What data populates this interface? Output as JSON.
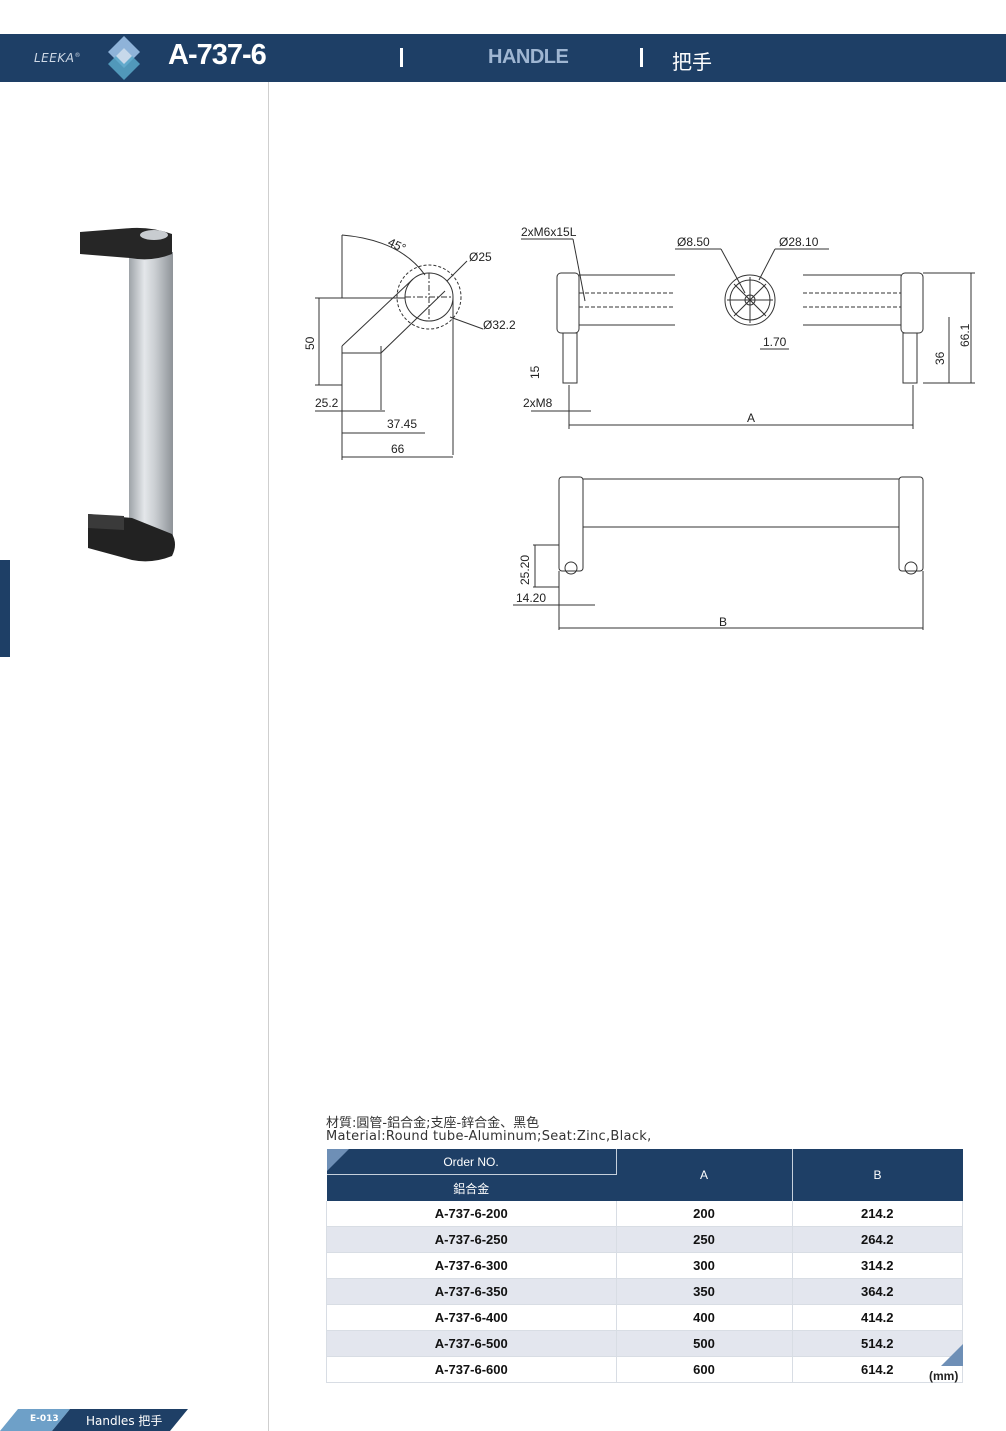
{
  "header": {
    "brand": "LEEKA",
    "registered": "®",
    "model": "A-737-6",
    "category_en": "HANDLE",
    "category_zh": "把手"
  },
  "drawing": {
    "side": {
      "angle": "45°",
      "dia_small": "Ø25",
      "dia_large": "Ø32.2",
      "height": "50",
      "d1": "25.2",
      "d2": "37.45",
      "d3": "66"
    },
    "front": {
      "thread_top": "2xM6x15L",
      "dia_inner": "Ø8.50",
      "dia_outer": "Ø28.10",
      "rib": "1.70",
      "h1": "15",
      "thread_bottom": "2xM8",
      "h2": "36",
      "h3": "66.1",
      "span_a": "A"
    },
    "bottom": {
      "h": "25.20",
      "w": "14.20",
      "span_b": "B"
    }
  },
  "material": {
    "zh": "材質:圓管-鋁合金;支座-鋅合金、黑色",
    "en": "Material:Round tube-Aluminum;Seat:Zinc,Black,"
  },
  "table": {
    "col_order": "Order NO.",
    "col_order_sub": "鋁合金",
    "col_a": "A",
    "col_b": "B",
    "rows": [
      [
        "A-737-6-200",
        "200",
        "214.2"
      ],
      [
        "A-737-6-250",
        "250",
        "264.2"
      ],
      [
        "A-737-6-300",
        "300",
        "314.2"
      ],
      [
        "A-737-6-350",
        "350",
        "364.2"
      ],
      [
        "A-737-6-400",
        "400",
        "414.2"
      ],
      [
        "A-737-6-500",
        "500",
        "514.2"
      ],
      [
        "A-737-6-600",
        "600",
        "614.2"
      ]
    ],
    "unit": "(mm)"
  },
  "footer": {
    "page": "E-013",
    "title": "Handles 把手"
  },
  "colors": {
    "navy": "#1e3f66",
    "accent": "#6e8fb6",
    "row_alt": "#e3e6ee"
  }
}
